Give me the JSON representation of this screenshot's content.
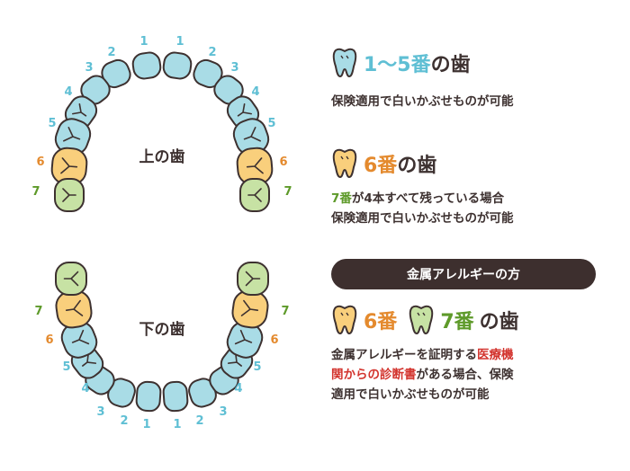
{
  "upper_label": "上の歯",
  "lower_label": "下の歯",
  "numbers": [
    "1",
    "2",
    "3",
    "4",
    "5",
    "6",
    "7"
  ],
  "colors": {
    "blue": "#a9dce6",
    "orange": "#f9cf7c",
    "green": "#c7e2a4",
    "outline": "#3d3130",
    "num_blue": "#5fbfd4",
    "num_orange": "#e48a2e",
    "num_green": "#5e9a2a",
    "red": "#d3352f"
  },
  "sec1": {
    "heading_num": "1〜5番",
    "heading_suffix": "の歯",
    "text": "保険適用で白いかぶせものが可能",
    "icon": "tooth-icon-blue"
  },
  "sec2": {
    "heading_num": "6番",
    "heading_suffix": "の歯",
    "line1_num": "7番",
    "line1_rest": "が4本すべて残っている場合",
    "line2": "保険適用で白いかぶせものが可能",
    "icon": "tooth-icon-orange"
  },
  "banner": "金属アレルギーの方",
  "sec3": {
    "heading_num6": "6番",
    "heading_num7": "7番",
    "heading_suffix": "の歯",
    "line1_a": "金属アレルギーを証明する",
    "line1_b": "医療機",
    "line2_a": "関からの診断書",
    "line2_b": "がある場合、保険",
    "line3": "適用で白いかぶせものが可能",
    "icons": [
      "tooth-icon-orange",
      "tooth-icon-green"
    ]
  }
}
